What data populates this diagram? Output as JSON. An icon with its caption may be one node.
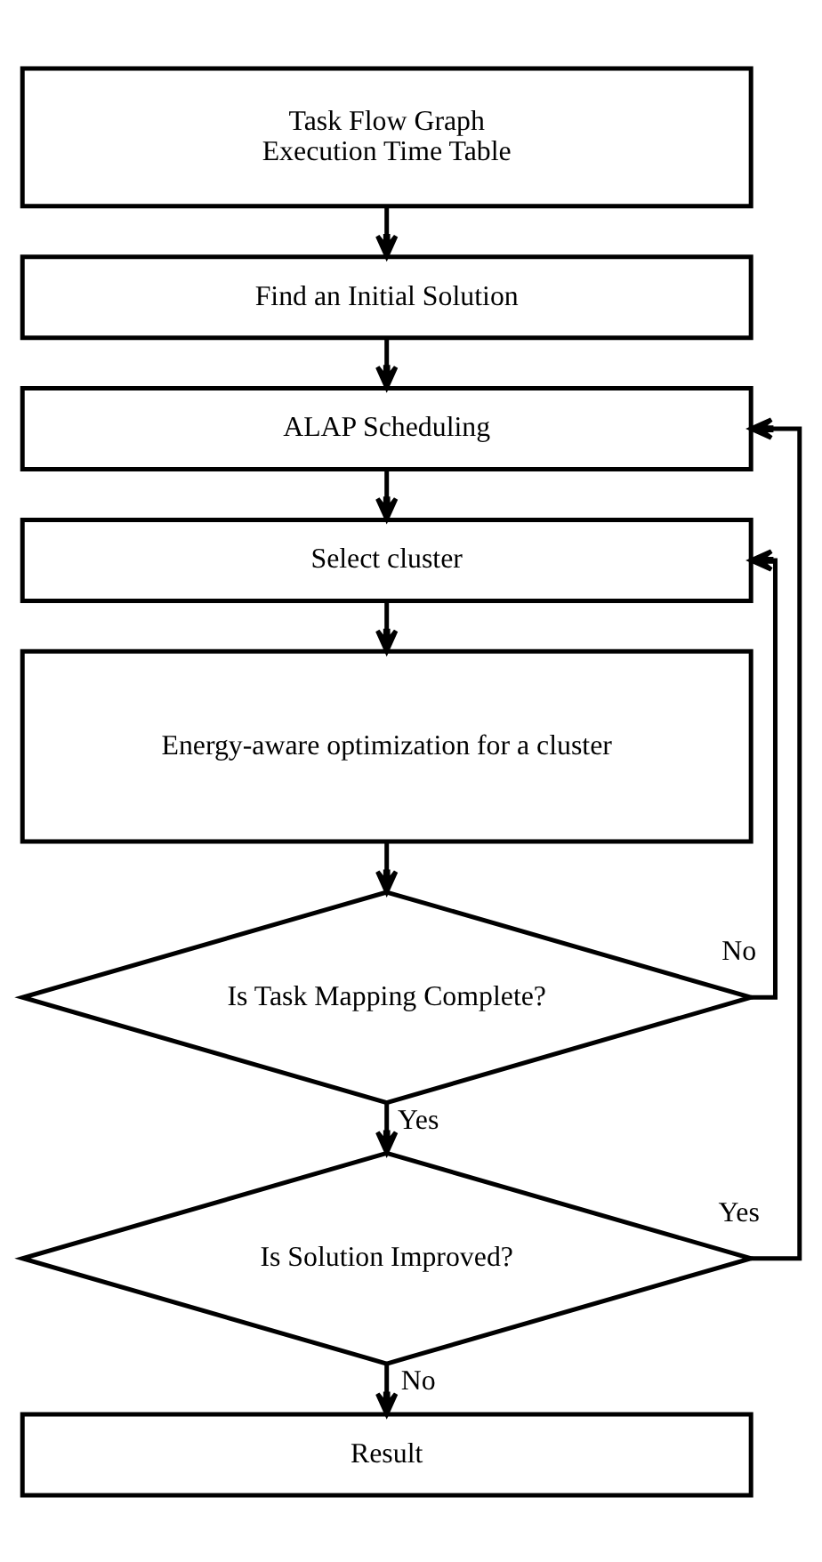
{
  "diagram": {
    "nodes": [
      {
        "text": [
          "Task Flow Graph",
          "Execution Time Table"
        ]
      },
      {
        "text": [
          "Find an Initial Solution"
        ]
      },
      {
        "text": [
          "ALAP Scheduling"
        ]
      },
      {
        "text": [
          "Select cluster"
        ]
      },
      {
        "text": [
          "Energy-aware optimization for a cluster"
        ]
      },
      {
        "text": [
          "Is Task Mapping Complete?"
        ]
      },
      {
        "text": [
          "Is Solution Improved?"
        ]
      },
      {
        "text": [
          "Result"
        ]
      }
    ],
    "edges": [
      {
        "from": 0,
        "to": 1,
        "arrow": "to"
      },
      {
        "from": 1,
        "to": 2,
        "arrow": "to"
      },
      {
        "from": 2,
        "to": 3,
        "arrow": "to"
      },
      {
        "from": 3,
        "to": 4,
        "arrow": "to"
      },
      {
        "from": 4,
        "to": 5,
        "arrow": "to"
      },
      {
        "from": 5,
        "to": 3,
        "label": "No",
        "arrow": "to"
      },
      {
        "from": 5,
        "to": 6,
        "label": "Yes",
        "arrow": "to"
      },
      {
        "from": 6,
        "to": 2,
        "label": "Yes",
        "arrow": "to"
      },
      {
        "from": 6,
        "to": 7,
        "label": "No",
        "arrow": "to"
      }
    ]
  }
}
